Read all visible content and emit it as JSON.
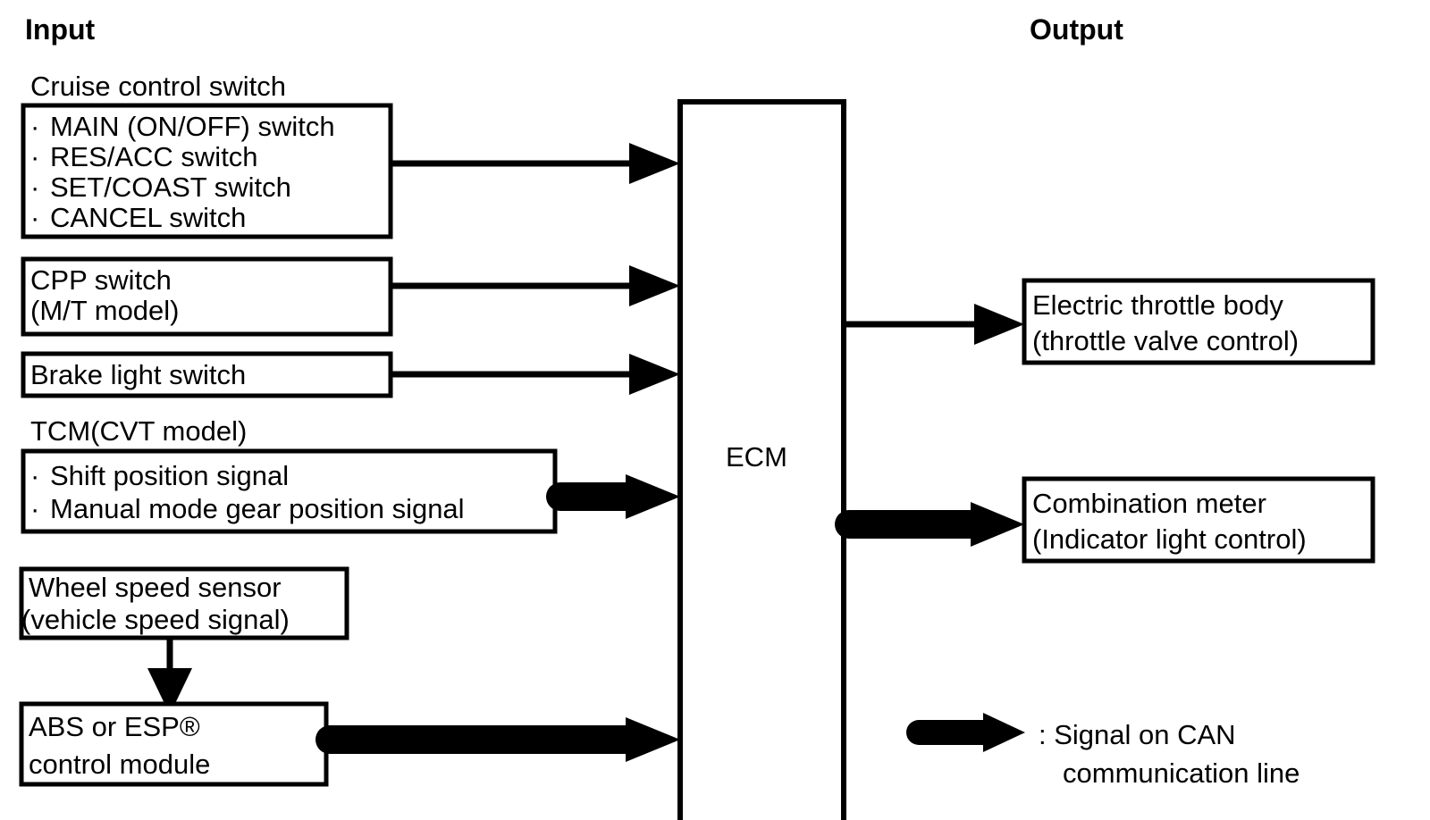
{
  "diagram": {
    "title_input": "Input",
    "title_output": "Output",
    "center": {
      "ecm_label": "ECM"
    },
    "input_groups": [
      {
        "name": "cruise-control-switch",
        "caption": "Cruise control switch",
        "items": [
          "MAIN (ON/OFF) switch",
          "RES/ACC switch",
          "SET/COAST switch",
          "CANCEL switch"
        ],
        "arrow": "thin"
      },
      {
        "name": "cpp-switch",
        "caption": "",
        "items": [
          "CPP switch",
          "(M/T model)"
        ],
        "arrow": "thin"
      },
      {
        "name": "brake-light-switch",
        "caption": "",
        "items": [
          "Brake light switch"
        ],
        "arrow": "thin"
      },
      {
        "name": "tcm",
        "caption": "TCM(CVT model)",
        "items": [
          "Shift position signal",
          "Manual mode gear position signal"
        ],
        "arrow": "can"
      },
      {
        "name": "wheel-speed-sensor",
        "caption": "",
        "items": [
          "Wheel speed sensor",
          "(vehicle speed signal)"
        ],
        "arrow": "none"
      },
      {
        "name": "abs-esp-control-module",
        "caption": "",
        "items": [
          "ABS or ESP®",
          "control module"
        ],
        "arrow": "can"
      }
    ],
    "output_groups": [
      {
        "name": "electric-throttle-body",
        "items": [
          "Electric throttle body",
          "(throttle valve control)"
        ],
        "arrow": "thin"
      },
      {
        "name": "combination-meter",
        "items": [
          "Combination meter",
          "(Indicator light control)"
        ],
        "arrow": "can"
      }
    ],
    "legend": {
      "line1": ": Signal on CAN",
      "line2": "communication line"
    },
    "bullet_char": "·",
    "colors": {
      "stroke": "#000000",
      "fill": "#ffffff",
      "text": "#000000"
    }
  }
}
